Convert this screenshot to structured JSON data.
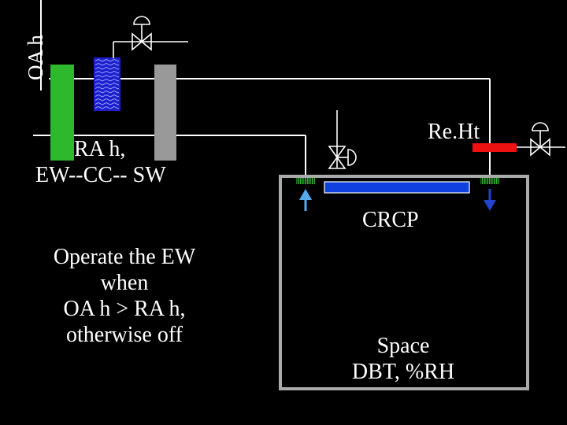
{
  "labels": {
    "oa_h": "OA h",
    "ra_h": "RA h,",
    "ew_cc_sw": "EW--CC-- SW",
    "reheat": "Re.Ht",
    "crcp": "CRCP",
    "note_lines": [
      "Operate the EW",
      "when",
      "OA h > RA h,",
      "otherwise off"
    ],
    "space_lines": [
      "Space",
      "DBT, %RH"
    ]
  },
  "colors": {
    "background": "#000000",
    "line": "#ffffff",
    "energy_wheel": "#2db82d",
    "cooling_coil": "#1e1ecf",
    "supply_fan_coil": "#999999",
    "reheat": "#ee1111",
    "ceiling_panel": "#1040e0",
    "diffuser": "#33aa33",
    "supply_arrow": "#55aaee",
    "return_arrow": "#2244cc",
    "space_box": "#aaaaaa"
  }
}
